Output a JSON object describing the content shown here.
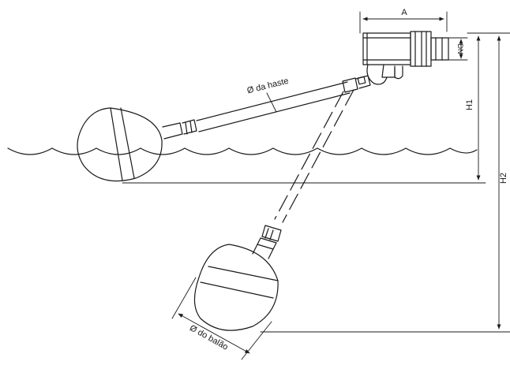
{
  "diagram": {
    "labels": {
      "dim_a": "A",
      "dim_dn": "DN",
      "dim_h1": "H1",
      "dim_h2": "H2",
      "rod_diameter": "Ø da haste",
      "ball_diameter": "Ø do balão"
    },
    "colors": {
      "ink": "#1a1a1a",
      "background": "#ffffff"
    }
  }
}
